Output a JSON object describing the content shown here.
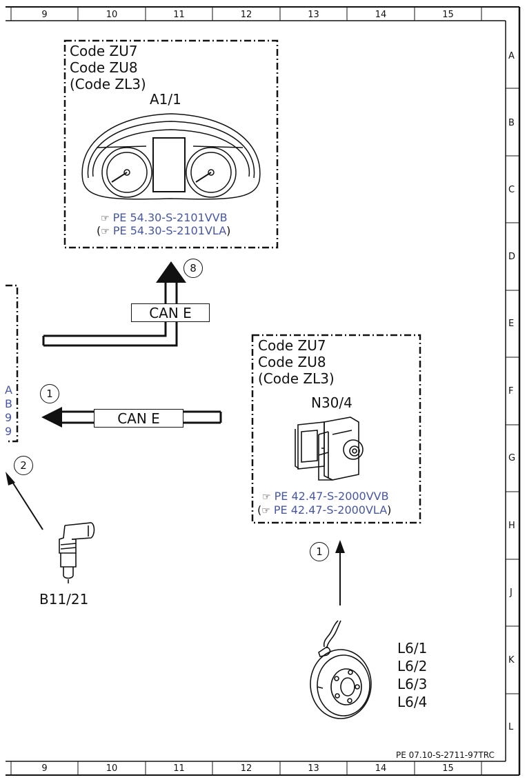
{
  "grid": {
    "columns": [
      "9",
      "10",
      "11",
      "12",
      "13",
      "14",
      "15"
    ],
    "rows": [
      "A",
      "B",
      "C",
      "D",
      "E",
      "F",
      "G",
      "H",
      "J",
      "K",
      "L"
    ]
  },
  "components": {
    "a11": {
      "codes": [
        "Code ZU7",
        "Code ZU8",
        "(Code ZL3)"
      ],
      "designation": "A1/1",
      "refs": [
        "PE 54.30-S-2101VVB",
        "PE 54.30-S-2101VLA"
      ]
    },
    "n304": {
      "codes": [
        "Code ZU7",
        "Code ZU8",
        "(Code ZL3)"
      ],
      "designation": "N30/4",
      "refs": [
        "PE 42.47-S-2000VVB",
        "PE 42.47-S-2000VLA"
      ]
    },
    "b1121": {
      "designation": "B11/21"
    },
    "l6": {
      "designations": [
        "L6/1",
        "L6/2",
        "L6/3",
        "L6/4"
      ]
    }
  },
  "bus_labels": [
    "CAN E",
    "CAN E"
  ],
  "markers": [
    "8",
    "1",
    "2",
    "1"
  ],
  "left_fragment": [
    "A",
    "B",
    "9",
    "9"
  ],
  "hand_icon": "pointing-hand-icon",
  "footer_ref": "PE 07.10-S-2711-97TRC",
  "colors": {
    "link": "#4656a3",
    "line": "#111111"
  }
}
